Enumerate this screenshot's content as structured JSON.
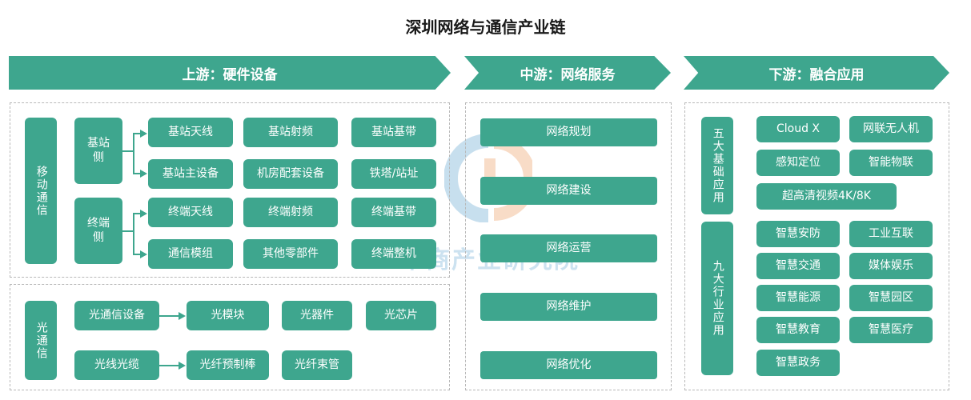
{
  "title": "深圳网络与通信产业链",
  "banners": {
    "upstream": "上游：硬件设备",
    "midstream": "中游：网络服务",
    "downstream": "下游：融合应用"
  },
  "upstream": {
    "mobile": {
      "label": "移动通信",
      "base_station": {
        "label": "基站侧",
        "items": [
          "基站天线",
          "基站射频",
          "基站基带",
          "基站主设备",
          "机房配套设备",
          "铁塔/站址"
        ]
      },
      "terminal": {
        "label": "终端侧",
        "items": [
          "终端天线",
          "终端射频",
          "终端基带",
          "通信模组",
          "其他零部件",
          "终端整机"
        ]
      }
    },
    "optical": {
      "label": "光通信",
      "equipment": {
        "label": "光通信设备",
        "items": [
          "光模块",
          "光器件",
          "光芯片"
        ]
      },
      "cable": {
        "label": "光线光缆",
        "items": [
          "光纤预制棒",
          "光纤束管"
        ]
      }
    }
  },
  "midstream": {
    "items": [
      "网络规划",
      "网络建设",
      "网络运营",
      "网络维护",
      "网络优化"
    ]
  },
  "downstream": {
    "five": {
      "label": "五大基础应用",
      "items": [
        "Cloud X",
        "网联无人机",
        "感知定位",
        "智能物联",
        "超高清视频4K/8K"
      ]
    },
    "nine": {
      "label": "九大行业应用",
      "items": [
        "智慧安防",
        "工业互联",
        "智慧交通",
        "媒体娱乐",
        "智慧能源",
        "智慧园区",
        "智慧教育",
        "智慧医疗",
        "智慧政务"
      ]
    }
  },
  "watermark": "中商产业研究院",
  "colors": {
    "accent": "#3ea68e",
    "panel_border": "#b8b8b8",
    "title": "#1a1a1a"
  }
}
